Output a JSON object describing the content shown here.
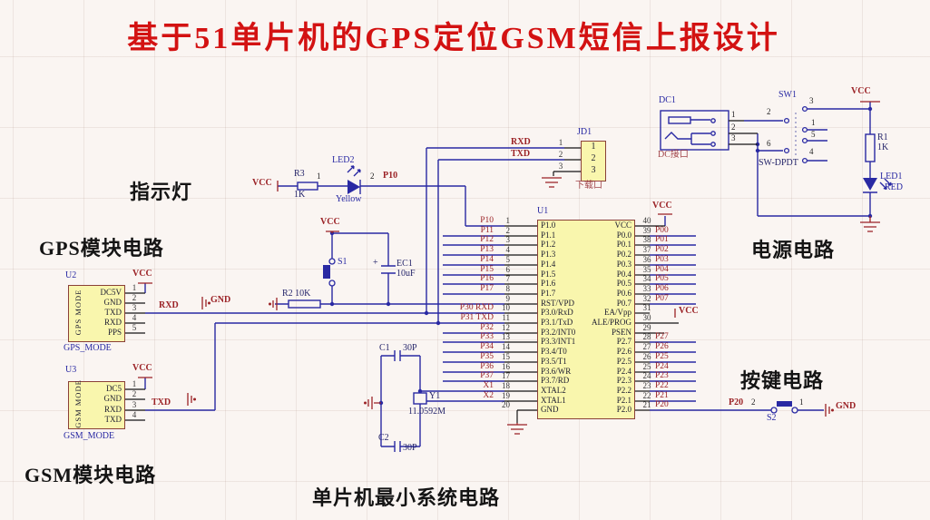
{
  "title": "基于51单片机的GPS定位GSM短信上报设计",
  "sections": {
    "indicator": "指示灯",
    "gps": "GPS模块电路",
    "gsm": "GSM模块电路",
    "mcu": "单片机最小系统电路",
    "power": "电源电路",
    "button": "按键电路"
  },
  "u1": {
    "ref": "U1",
    "vcc_top": "VCC",
    "vcc_pin31": "VCC",
    "left_pins": [
      {
        "net": "P10",
        "num": "1",
        "name": "P1.0"
      },
      {
        "net": "P11",
        "num": "2",
        "name": "P1.1"
      },
      {
        "net": "P12",
        "num": "3",
        "name": "P1.2"
      },
      {
        "net": "P13",
        "num": "4",
        "name": "P1.3"
      },
      {
        "net": "P14",
        "num": "5",
        "name": "P1.4"
      },
      {
        "net": "P15",
        "num": "6",
        "name": "P1.5"
      },
      {
        "net": "P16",
        "num": "7",
        "name": "P1.6"
      },
      {
        "net": "P17",
        "num": "8",
        "name": "P1.7"
      },
      {
        "net": "",
        "num": "9",
        "name": "RST/VPD"
      },
      {
        "net": "P30 RXD",
        "num": "10",
        "name": "P3.0/RxD"
      },
      {
        "net": "P31 TXD",
        "num": "11",
        "name": "P3.1/TxD"
      },
      {
        "net": "P32",
        "num": "12",
        "name": "P3.2/INT0"
      },
      {
        "net": "P33",
        "num": "13",
        "name": "P3.3/INT1"
      },
      {
        "net": "P34",
        "num": "14",
        "name": "P3.4/T0"
      },
      {
        "net": "P35",
        "num": "15",
        "name": "P3.5/T1"
      },
      {
        "net": "P36",
        "num": "16",
        "name": "P3.6/WR"
      },
      {
        "net": "P37",
        "num": "17",
        "name": "P3.7/RD"
      },
      {
        "net": "X1",
        "num": "18",
        "name": "XTAL2"
      },
      {
        "net": "X2",
        "num": "19",
        "name": "XTAL1"
      },
      {
        "net": "",
        "num": "20",
        "name": "GND"
      }
    ],
    "right_pins": [
      {
        "name": "VCC",
        "num": "40",
        "net": ""
      },
      {
        "name": "P0.0",
        "num": "39",
        "net": "P00"
      },
      {
        "name": "P0.1",
        "num": "38",
        "net": "P01"
      },
      {
        "name": "P0.2",
        "num": "37",
        "net": "P02"
      },
      {
        "name": "P0.3",
        "num": "36",
        "net": "P03"
      },
      {
        "name": "P0.4",
        "num": "35",
        "net": "P04"
      },
      {
        "name": "P0.5",
        "num": "34",
        "net": "P05"
      },
      {
        "name": "P0.6",
        "num": "33",
        "net": "P06"
      },
      {
        "name": "P0.7",
        "num": "32",
        "net": "P07"
      },
      {
        "name": "EA/Vpp",
        "num": "31",
        "net": "VCC"
      },
      {
        "name": "ALE/PROG",
        "num": "30",
        "net": ""
      },
      {
        "name": "PSEN",
        "num": "29",
        "net": ""
      },
      {
        "name": "P2.7",
        "num": "28",
        "net": "P27"
      },
      {
        "name": "P2.6",
        "num": "27",
        "net": "P26"
      },
      {
        "name": "P2.5",
        "num": "26",
        "net": "P25"
      },
      {
        "name": "P2.4",
        "num": "25",
        "net": "P24"
      },
      {
        "name": "P2.3",
        "num": "24",
        "net": "P23"
      },
      {
        "name": "P2.2",
        "num": "23",
        "net": "P22"
      },
      {
        "name": "P2.1",
        "num": "22",
        "net": "P21"
      },
      {
        "name": "P2.0",
        "num": "21",
        "net": "P20"
      }
    ]
  },
  "u2": {
    "ref": "U2",
    "body": "GPS MODE",
    "footer": "GPS_MODE",
    "vcc": "VCC",
    "gnd": "GND",
    "net": "RXD",
    "pins": [
      {
        "num": "1",
        "name": "DC5V"
      },
      {
        "num": "2",
        "name": "GND"
      },
      {
        "num": "3",
        "name": "TXD"
      },
      {
        "num": "4",
        "name": "RXD"
      },
      {
        "num": "5",
        "name": "PPS"
      }
    ]
  },
  "u3": {
    "ref": "U3",
    "body": "GSM MODE",
    "footer": "GSM_MODE",
    "vcc": "VCC",
    "net": "TXD",
    "pins": [
      {
        "num": "1",
        "name": "DC5"
      },
      {
        "num": "2",
        "name": "GND"
      },
      {
        "num": "3",
        "name": "RXD"
      },
      {
        "num": "4",
        "name": "TXD"
      }
    ]
  },
  "jd1": {
    "ref": "JD1",
    "footer": "下载口",
    "net1": "RXD",
    "net2": "TXD",
    "pins": [
      "1",
      "2",
      "3"
    ]
  },
  "led2": {
    "ref": "LED2",
    "color": "Yellow",
    "pin1": "1",
    "pin2": "2",
    "net": "P10",
    "vcc": "VCC",
    "r3": "R3",
    "r3_val": "1K"
  },
  "reset": {
    "vcc": "VCC",
    "s1": "S1",
    "ec1": "EC1",
    "ec1_val": "10uF",
    "plus": "+",
    "r2": "R2 10K"
  },
  "xtal": {
    "c1": "C1",
    "c1_val": "30P",
    "c2": "C2",
    "c2_val": "30P",
    "y1": "Y1",
    "freq": "11.0592M"
  },
  "power": {
    "dc1": "DC1",
    "dc1_label": "DC接口",
    "dc1_pins": [
      "1",
      "2",
      "3"
    ],
    "sw1": "SW1",
    "sw1_type": "SW-DPDT",
    "sw_pins": {
      "p2": "2",
      "p3": "3",
      "p1": "1",
      "p5": "5",
      "p6": "6",
      "p4": "4"
    },
    "vcc": "VCC",
    "r1": "R1",
    "r1_val": "1K",
    "led1": "LED1",
    "led1_color": "RED"
  },
  "btn": {
    "net": "P20",
    "pin2": "2",
    "s2": "S2",
    "pin1": "1",
    "gnd": "GND"
  },
  "colors": {
    "wire": "#2929a3",
    "net_label": "#9b2226",
    "chip_fill": "#f9f6ad",
    "chip_border": "#8a4038",
    "title": "#d31212"
  }
}
